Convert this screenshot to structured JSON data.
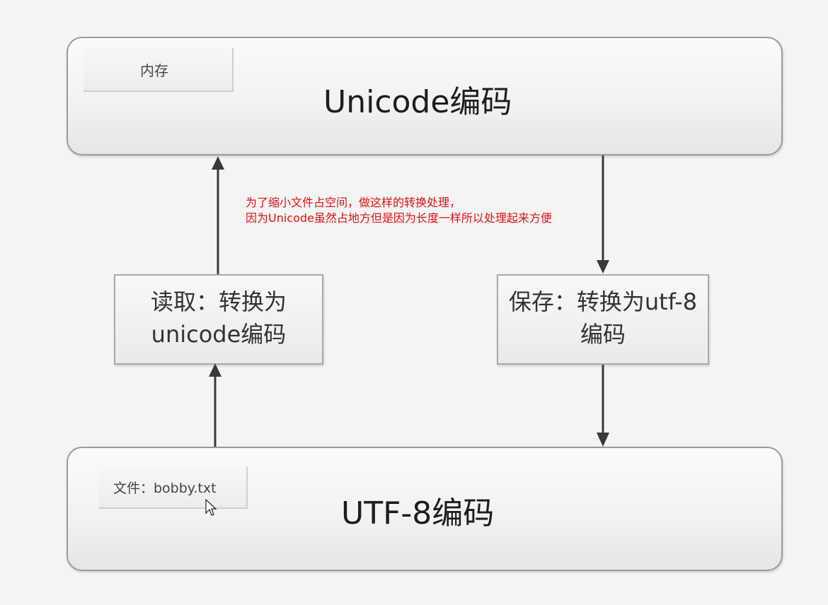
{
  "memory_box": {
    "tag": "内存",
    "title": "Unicode编码"
  },
  "file_box": {
    "tag": "文件：bobby.txt",
    "title": "UTF-8编码"
  },
  "read_box": {
    "line1": "读取：转换为",
    "line2": "unicode编码"
  },
  "save_box": {
    "line1": "保存：转换为utf-8",
    "line2": "编码"
  },
  "note": {
    "line1": "为了缩小文件占空间，做这样的转换处理，",
    "line2": "因为Unicode虽然占地方但是因为长度一样所以处理起来方便"
  },
  "colors": {
    "note_text": "#e01010",
    "arrow": "#3a3a3a",
    "background": "#f4f4f4"
  }
}
